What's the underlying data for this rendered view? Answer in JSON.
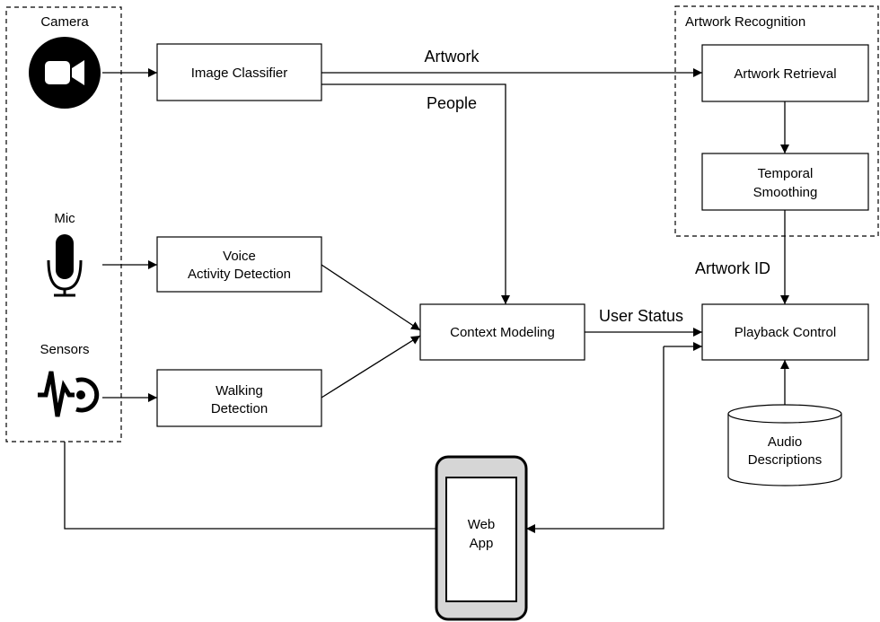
{
  "inputs": {
    "camera": "Camera",
    "mic": "Mic",
    "sensors": "Sensors"
  },
  "blocks": {
    "image_classifier": "Image Classifier",
    "voice_line1": "Voice",
    "voice_line2": "Activity Detection",
    "walking_line1": "Walking",
    "walking_line2": "Detection",
    "context_modeling": "Context Modeling",
    "artwork_retrieval": "Artwork Retrieval",
    "temporal_line1": "Temporal",
    "temporal_line2": "Smoothing",
    "playback_control": "Playback Control",
    "audio_line1": "Audio",
    "audio_line2": "Descriptions",
    "webapp_line1": "Web",
    "webapp_line2": "App"
  },
  "groups": {
    "artwork_recognition": "Artwork Recognition"
  },
  "edges": {
    "artwork": "Artwork",
    "people": "People",
    "artwork_id": "Artwork ID",
    "user_status": "User Status"
  },
  "icons": {
    "camera": "video-camera-icon",
    "mic": "microphone-icon",
    "sensors": "heartbeat-sensor-icon",
    "phone": "smartphone-icon",
    "database": "database-cylinder-icon"
  }
}
